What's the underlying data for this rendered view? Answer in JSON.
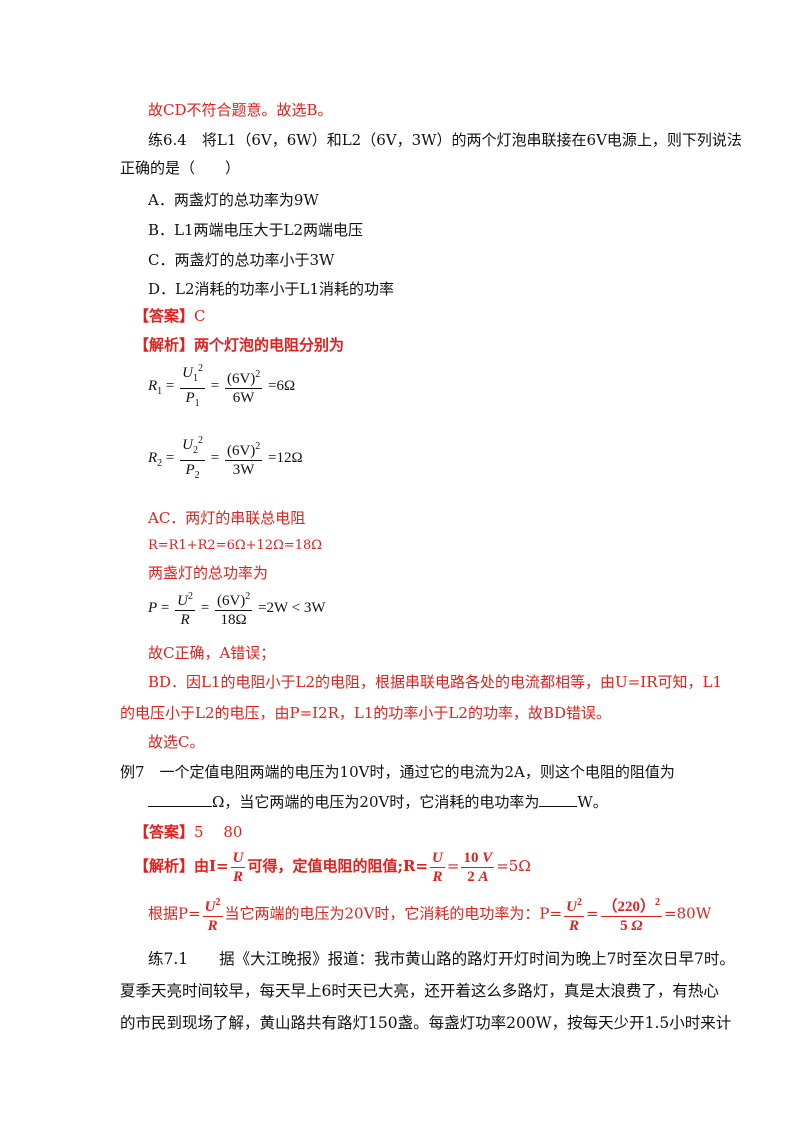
{
  "top_conclusion": "故CD不符合题意。故选B。",
  "q64": {
    "line1": "练6.4　将L1（6V，6W）和L2（6V，3W）的两个灯泡串联接在6V电源上，则下列说法",
    "line2": "正确的是（　　）",
    "options": [
      "A．两盏灯的总功率为9W",
      "B．L1两端电压大于L2两端电压",
      "C．两盏灯的总功率小于3W",
      "D．L2消耗的功率小于L1消耗的功率"
    ],
    "answer_tag": "【答案】",
    "answer": "C",
    "analysis_tag": "【解析】",
    "analysis_intro": "两个灯泡的电阻分别为",
    "ac_intro": "AC．两灯的串联总电阻",
    "series_r": "R=R1+R2=6Ω+12Ω=18Ω",
    "total_power_intro": "两盏灯的总功率为",
    "conclusion_c": "故C正确，A错误；",
    "bd_line1": "BD．因L1的电阻小于L2的电阻，根据串联电路各处的电流都相等，由U=IR可知，L1",
    "bd_line2": "的电压小于L2的电压，由P=I2R，L1的功率小于L2的功率，故BD错误。",
    "final": "故选C。"
  },
  "q7": {
    "line1": "例7　一个定值电阻两端的电压为10V时，通过它的电流为2A，则这个电阻的阻值为",
    "line2_after_blank": "Ω，当它两端的电压为20V时，它消耗的电功率为",
    "line2_unit": "W。",
    "answer_tag": "【答案】",
    "answer": "5　  80",
    "analysis_tag": "【解析】",
    "analysis_text1": "由I=",
    "analysis_text2": "可得，定值电阻的阻值;R=",
    "analysis_result": "=5Ω",
    "power_text1": "根据P=",
    "power_text2": "当它两端的电压为20V时，它消耗的电功率为：P=",
    "power_result": "=80W"
  },
  "q71": {
    "line1": "练7.1　　据《大江晚报》报道：我市黄山路的路灯开灯时间为晚上7时至次日早7时。",
    "line2": "夏季天亮时间较早，每天早上6时天已大亮，还开着这么多路灯，真是太浪费了，有热心",
    "line3": "的市民到现场了解，黄山路共有路灯150盏。每盏灯功率200W，按每天少开1.5小时来计"
  }
}
